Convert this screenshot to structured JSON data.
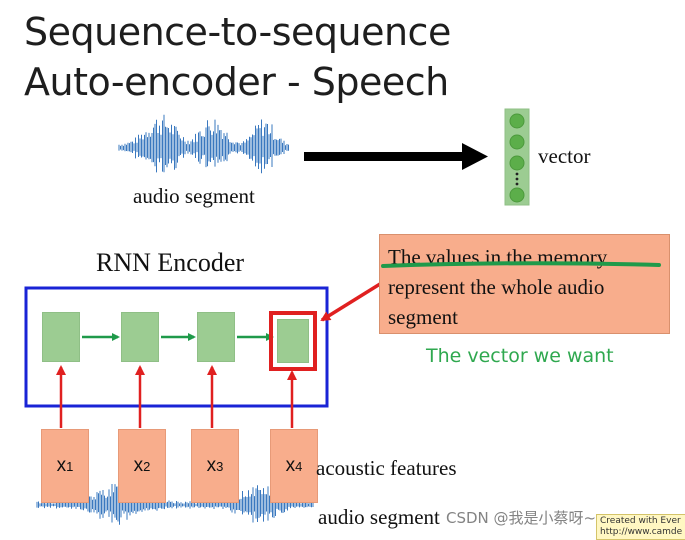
{
  "title": {
    "line1": "Sequence-to-sequence",
    "line2": "Auto-encoder - Speech"
  },
  "top": {
    "audio_label": "audio segment",
    "vector_label": "vector"
  },
  "encoder": {
    "label": "RNN Encoder",
    "inputs": [
      {
        "var": "x",
        "sub": "1"
      },
      {
        "var": "x",
        "sub": "2"
      },
      {
        "var": "x",
        "sub": "3"
      },
      {
        "var": "x",
        "sub": "4"
      }
    ],
    "features_label": "acoustic features",
    "audio_label": "audio segment"
  },
  "callout": {
    "line1": "The values in the memory",
    "line2": "represent the whole audio",
    "line3": "segment"
  },
  "vector_note": "The vector we want",
  "watermark": "CSDN @我是小蔡呀~~~",
  "stamp": {
    "line1": "Created with Ever",
    "line2": "http://www.camde"
  },
  "colors": {
    "waveform": "#3a78bf",
    "encoder_border": "#1a24d6",
    "highlight_border": "#e02020",
    "input_arrow": "#e02020",
    "recurrent_arrow": "#1f9a4a",
    "callout_fill": "#f8ad8c",
    "cell_fill": "#9ccc92",
    "underline": "#1f9a4a"
  }
}
